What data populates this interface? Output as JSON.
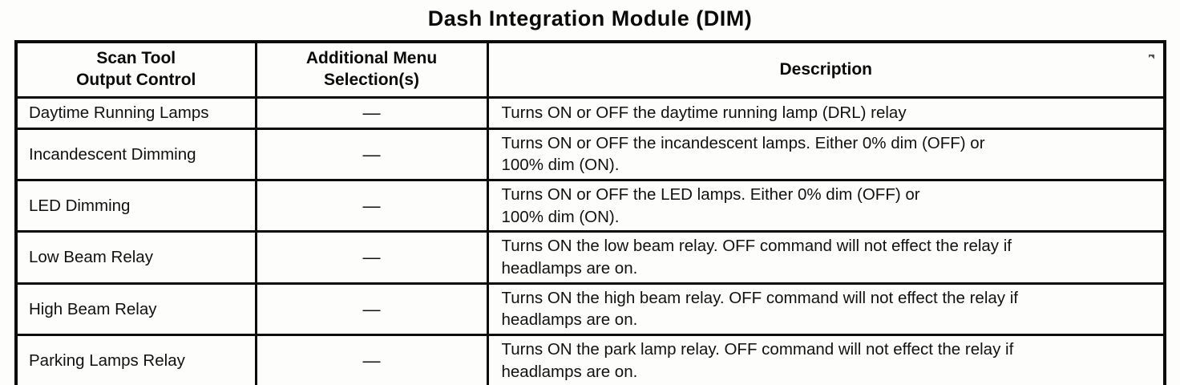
{
  "title": "Dash Integration Module (DIM)",
  "table": {
    "headers": [
      "Scan Tool\nOutput Control",
      "Additional Menu\nSelection(s)",
      "Description"
    ],
    "rows": [
      {
        "control": "Daytime Running Lamps",
        "menu": "—",
        "description": "Turns ON or OFF the daytime running lamp (DRL) relay"
      },
      {
        "control": "Incandescent Dimming",
        "menu": "—",
        "description": "Turns ON or OFF the incandescent lamps. Either 0% dim (OFF) or\n100% dim (ON)."
      },
      {
        "control": "LED Dimming",
        "menu": "—",
        "description": "Turns ON or OFF the LED lamps. Either 0% dim (OFF) or\n100% dim (ON)."
      },
      {
        "control": "Low Beam Relay",
        "menu": "—",
        "description": "Turns ON the low beam relay. OFF command will not effect the relay if\nheadlamps are on."
      },
      {
        "control": "High Beam Relay",
        "menu": "—",
        "description": "Turns ON the high beam relay. OFF command will not effect the relay if\nheadlamps are on."
      },
      {
        "control": "Parking Lamps Relay",
        "menu": "—",
        "description": "Turns ON the park lamp relay. OFF command will not effect the relay if\nheadlamps are on."
      }
    ]
  }
}
